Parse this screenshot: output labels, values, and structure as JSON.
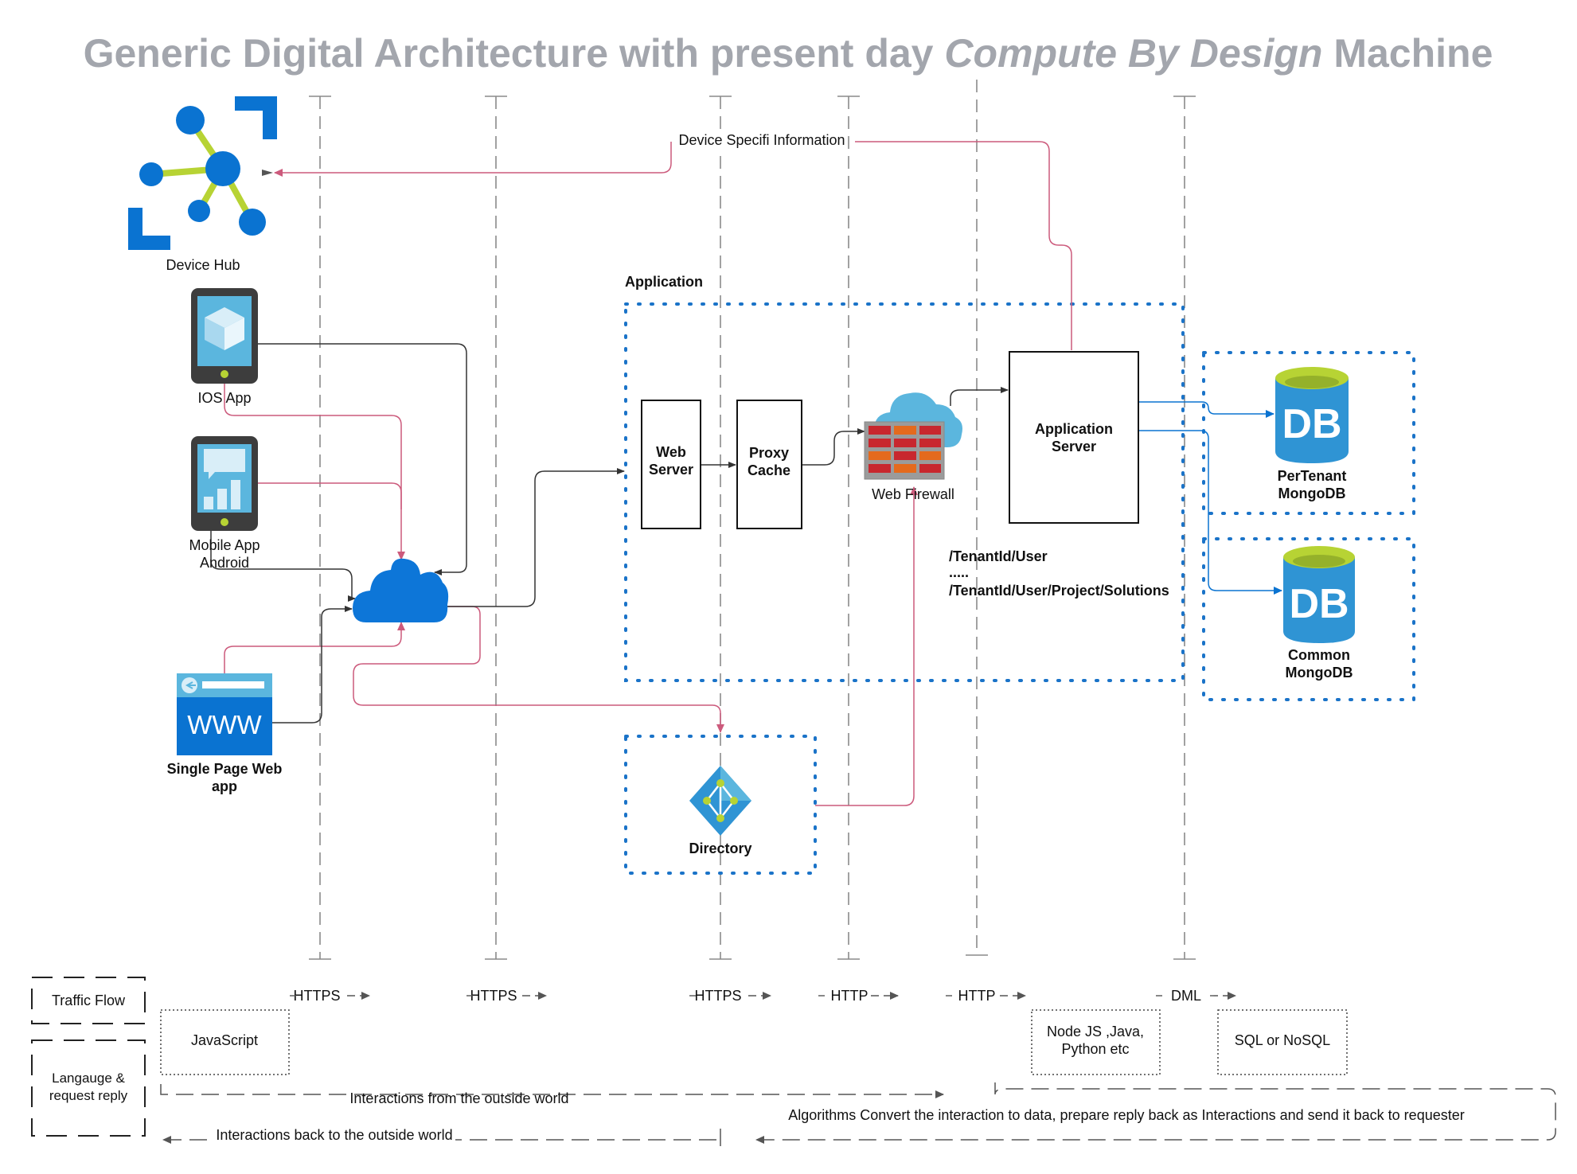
{
  "title": {
    "part1": "Generic Digital Architecture with present day ",
    "part2": "Compute By Design",
    "part3": " Machine"
  },
  "nodes": {
    "device_hub": "Device Hub",
    "ios_app": "IOS App",
    "mobile_app_line1": "Mobile App",
    "mobile_app_line2": "Android",
    "spa_line1": "Single Page Web",
    "spa_line2": "app",
    "application_group": "Application",
    "web_server_line1": "Web",
    "web_server_line2": "Server",
    "proxy_cache_line1": "Proxy",
    "proxy_cache_line2": "Cache",
    "web_firewall": "Web Firewall",
    "app_server_line1": "Application",
    "app_server_line2": "Server",
    "pertenant_db_line1": "PerTenant",
    "pertenant_db_line2": "MongoDB",
    "common_db_line1": "Common",
    "common_db_line2": "MongoDB",
    "db_icon_text": "DB",
    "directory": "Directory",
    "device_specific_info": "Device Specifi Information",
    "route_1": "/TenantId/User",
    "route_ellipsis": ".....",
    "route_2": "/TenantId/User/Project/Solutions",
    "www_text": "WWW"
  },
  "protocols": [
    "HTTPS",
    "HTTPS",
    "HTTPS",
    "HTTP",
    "HTTP",
    "DML"
  ],
  "legend": {
    "traffic_flow": "Traffic Flow",
    "language_line1": "Langauge &",
    "language_line2": "request reply"
  },
  "languages": {
    "javascript": "JavaScript",
    "node_line1": "Node JS ,Java,",
    "node_line2": "Python etc",
    "sql": "SQL or NoSQL"
  },
  "interactions": {
    "from_outside": "Interactions from the outside world",
    "back_outside": "Interactions back to the outside world",
    "algorithms": "Algorithms Convert the interaction to data, prepare reply back as Interactions  and send it back to requester"
  },
  "colors": {
    "title_gray": "#a3a6ad",
    "azure_blue": "#0a73d1",
    "cloud_blue": "#0d76d8",
    "light_blue": "#5bb6de",
    "pink_line": "#cc5a7c",
    "lime": "#b7d334",
    "brick_red": "#c8272e",
    "brick_orange": "#e46a1d"
  },
  "icons": {
    "device_hub": "device-hub-icon",
    "ios_app": "mobile-phone-cube-icon",
    "android_app": "mobile-phone-chart-icon",
    "cloud": "cloud-icon",
    "spa": "browser-www-icon",
    "firewall": "firewall-cloud-icon",
    "db": "database-icon",
    "directory": "directory-diamond-icon"
  }
}
